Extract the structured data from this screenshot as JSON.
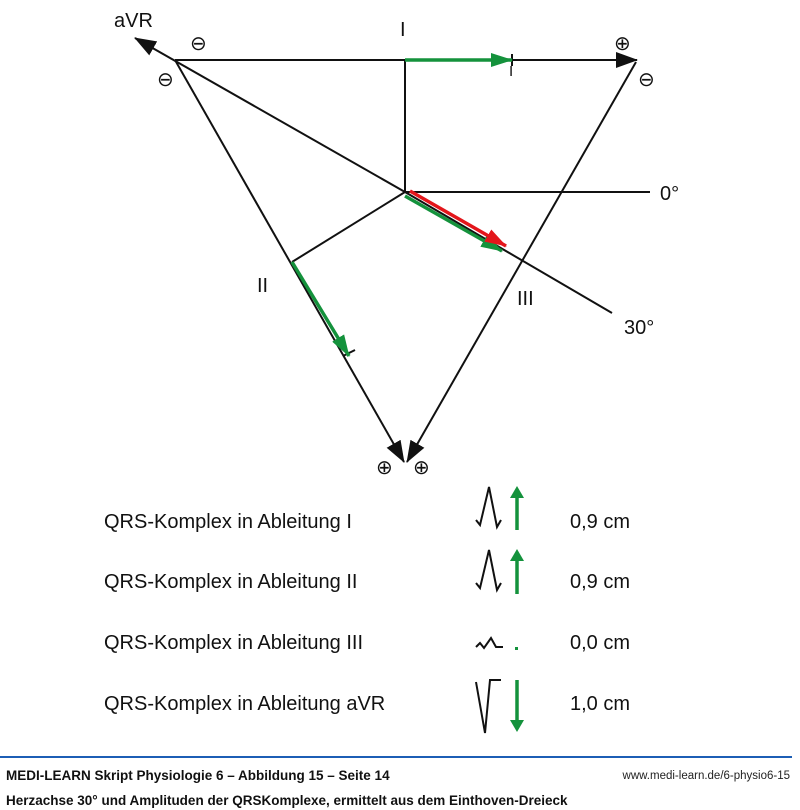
{
  "diagram": {
    "labels": {
      "avr": "aVR",
      "lead1": "I",
      "lead1_small": "I",
      "lead2": "II",
      "lead3": "III",
      "deg0": "0°",
      "deg30": "30°",
      "minus": "⊖",
      "plus": "⊕"
    },
    "colors": {
      "green": "#14923c",
      "red": "#e3161b",
      "blue": "#1c5eb5"
    }
  },
  "rows": [
    {
      "label": "QRS-Komplex in Ableitung I",
      "value": "0,9 cm",
      "direction": "up"
    },
    {
      "label": "QRS-Komplex in Ableitung II",
      "value": "0,9 cm",
      "direction": "up"
    },
    {
      "label": "QRS-Komplex in Ableitung III",
      "value": "0,0 cm",
      "direction": "none"
    },
    {
      "label": "QRS-Komplex in Ableitung aVR",
      "value": "1,0 cm",
      "direction": "down"
    }
  ],
  "footer": {
    "title": "MEDI-LEARN Skript Physiologie 6 – Abbildung 15 – Seite 14",
    "url": "www.medi-learn.de/6-physio6-15",
    "caption": "Herzachse 30° und Amplituden der QRSKomplexe, ermittelt aus dem Einthoven-Dreieck"
  }
}
